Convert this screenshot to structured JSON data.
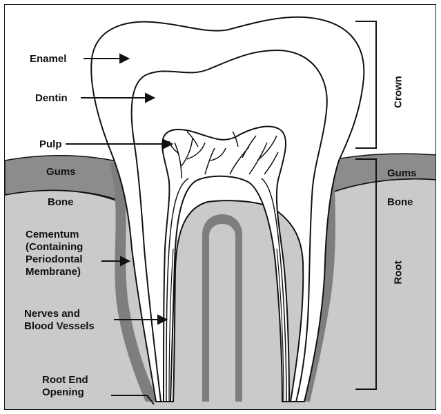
{
  "labels": {
    "enamel": "Enamel",
    "dentin": "Dentin",
    "pulp": "Pulp",
    "gums_left": "Gums",
    "bone_left": "Bone",
    "cementum_l1": "Cementum",
    "cementum_l2": "(Containing",
    "cementum_l3": "Periodontal",
    "cementum_l4": "Membrane)",
    "nerves_l1": "Nerves and",
    "nerves_l2": "Blood Vessels",
    "root_end_l1": "Root End",
    "root_end_l2": "Opening",
    "gums_right": "Gums",
    "bone_right": "Bone",
    "crown": "Crown",
    "root": "Root"
  },
  "colors": {
    "gum": "#8a8a8a",
    "bone": "#c9c9c9",
    "root_dark": "#7d7d7d",
    "outline": "#111111"
  }
}
